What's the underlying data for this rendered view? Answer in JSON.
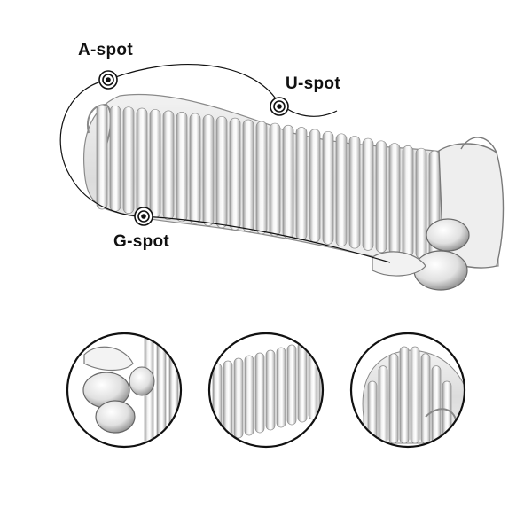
{
  "labels": {
    "a_spot": "A-spot",
    "u_spot": "U-spot",
    "g_spot": "G-spot"
  },
  "colors": {
    "background": "#ffffff",
    "marker": "#111111",
    "outline": "#222222",
    "glass": "#e6e6e6"
  },
  "icons": {
    "spot_marker": "target-icon"
  }
}
